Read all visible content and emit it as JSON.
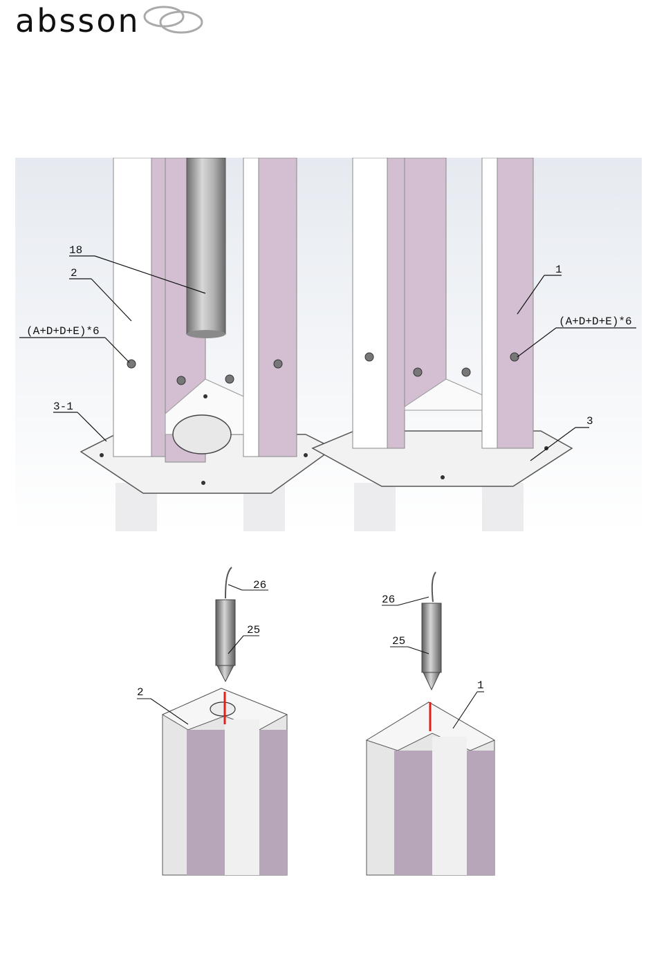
{
  "header": {
    "logo_text": "absson"
  },
  "figure_top": {
    "labels": {
      "l18": "18",
      "l2": "2",
      "l1": "1",
      "lformula_left": "(A+D+D+E)*6",
      "lformula_right": "(A+D+D+E)*6",
      "l3_1": "3-1",
      "l3": "3"
    }
  },
  "figure_bottom": {
    "labels": {
      "l26_left": "26",
      "l25_left": "25",
      "l2": "2",
      "l26_right": "26",
      "l25_right": "25",
      "l1": "1"
    }
  },
  "footer": {
    "link_text": ""
  },
  "colors": {
    "panel_purple": "#d3bfd1",
    "accent_red": "#e0201a",
    "link_blue": "#1b3cf0"
  }
}
